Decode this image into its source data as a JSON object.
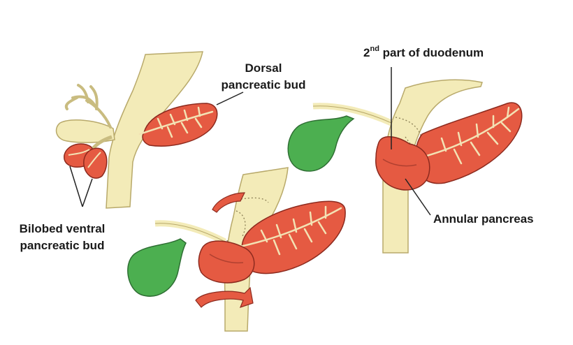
{
  "labels": {
    "dorsal_line1": "Dorsal",
    "dorsal_line2": "pancreatic bud",
    "ventral_line1": "Bilobed ventral",
    "ventral_line2": "pancreatic bud",
    "duodenum_number": "2",
    "duodenum_suffix": "nd",
    "duodenum_rest": " part of duodenum",
    "annular": "Annular pancreas"
  },
  "colors": {
    "gut": "#f3ebb8",
    "gut_outline": "#b8a96a",
    "pancreas": "#e55a42",
    "pancreas_outline": "#8c2a1e",
    "gallbladder": "#4caf50",
    "gallbladder_outline": "#2e6e33",
    "leader": "#222222"
  }
}
